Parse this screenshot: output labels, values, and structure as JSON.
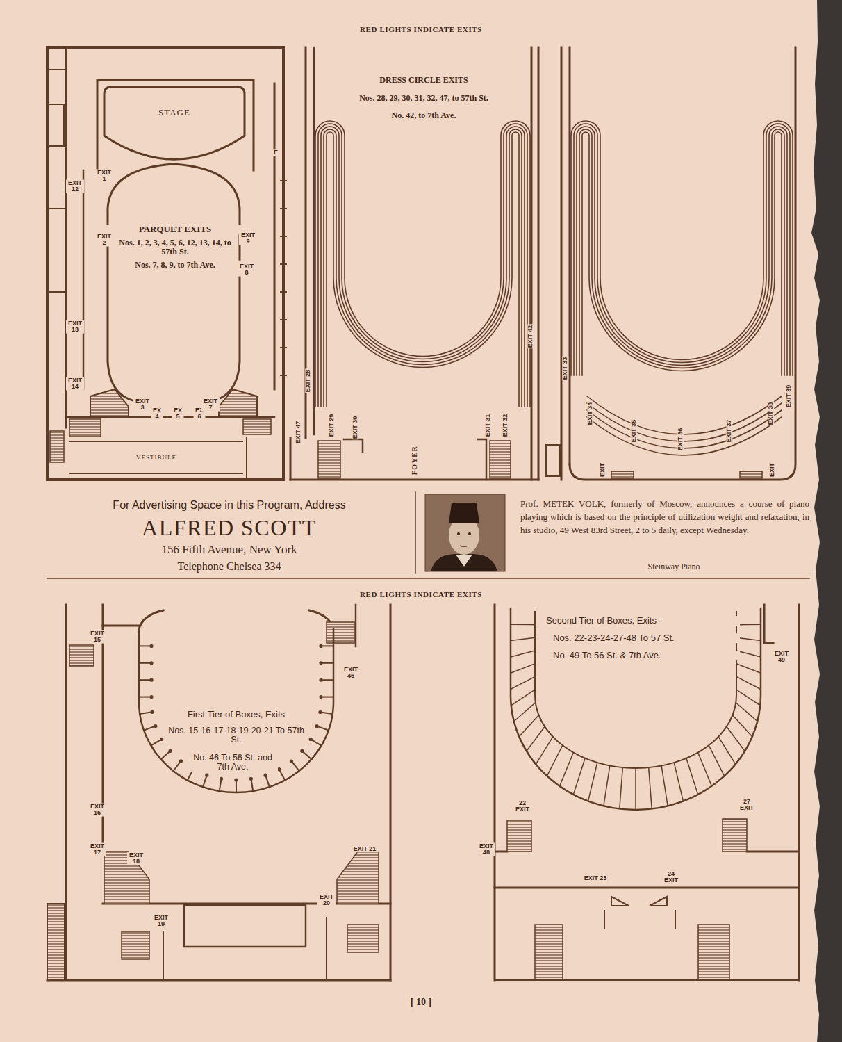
{
  "diagram": {
    "nodes": [
      {
        "text": [
          "STAGE"
        ]
      },
      {
        "text": [
          "VESTIBULE"
        ]
      }
    ],
    "labels": [
      "RED LIGHTS INDICATE EXITS",
      "EXIT 12",
      "EXIT 1",
      "EXIT 2",
      "PARQUET EXITS",
      "Nos. 1, 2, 3, 4, 5, 6, 12, 13, 14, to 57th St.",
      "Nos. 7, 8, 9, to 7th Ave.",
      "EXIT 9",
      "EXIT 8",
      "E",
      "EXIT 13",
      "EXIT 14",
      "EXIT 3",
      "EX 4",
      "EX 5",
      "EX 6",
      "EXIT 7",
      "DRESS CIRCLE EXITS",
      "Nos. 28, 29, 30, 31, 32, 47, to 57th St.",
      "No. 42, to 7th Ave.",
      "EXIT 28",
      "EXIT 47",
      "EXIT 29",
      "EXIT 30",
      "FOYER",
      "EXIT 31",
      "EXIT 32",
      "EXIT 42",
      "EXIT 33",
      "EXIT 34",
      "EXIT 35",
      "EXIT 36",
      "EXIT 37",
      "EXIT 38",
      "EXIT 39",
      "EXIT",
      "EXIT",
      "For Advertising Space in this Program, Address",
      "ALFRED SCOTT",
      "156 Fifth Avenue, New York",
      "Telephone Chelsea 334",
      "Prof. METEK VOLK, formerly of Moscow, announces a course of piano playing which is based on the principle of utilization weight and relaxation, in his studio, 49 West 83rd Street, 2 to 5 daily, except Wednesday.",
      "Steinway Piano",
      "RED LIGHTS INDICATE EXITS",
      "EXIT 15",
      "EXIT 46",
      "First Tier of Boxes, Exits",
      "Nos. 15-16-17-18-19-20-21 To 57th St.",
      "No. 46 To 56 St. and 7th Ave.",
      "EXIT 16",
      "EXIT 17",
      "EXIT 18",
      "EXIT 19",
      "EXIT 21",
      "EXIT 20",
      "Second Tier of Boxes, Exits -",
      "Nos. 22-23-24-27-48 To 57 St.",
      "No. 49 To 56 St. & 7th Ave.",
      "EXIT 49",
      "22 EXIT",
      "27 EXIT",
      "EXIT 48",
      "EXIT 23",
      "24 EXIT",
      "[ 10 ]"
    ]
  }
}
